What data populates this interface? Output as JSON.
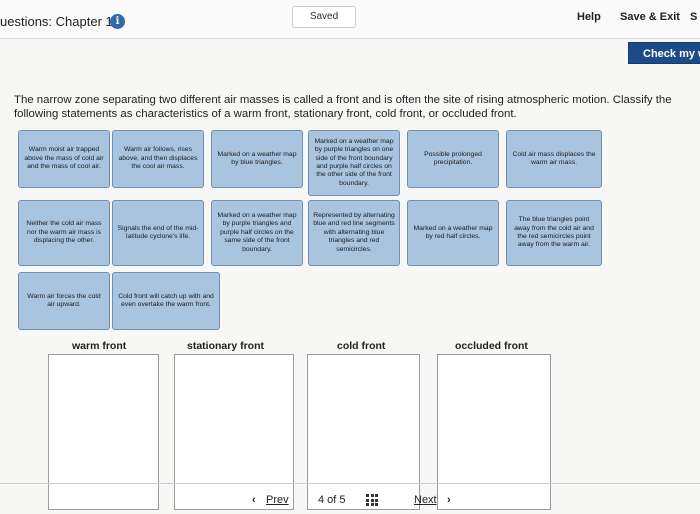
{
  "header": {
    "chapter_title": "uestions: Chapter 16",
    "info_glyph": "i",
    "saved_label": "Saved",
    "help_label": "Help",
    "save_exit_label": "Save & Exit",
    "submit_label": "S",
    "check_label": "Check my w"
  },
  "question": {
    "text": "The narrow zone separating two different air masses is called a front and is often the site of rising atmospheric motion. Classify the following statements as characteristics of a warm front, stationary front, cold front, or occluded front."
  },
  "cards": [
    "Warm moist air trapped above the mass of cold air and the mass of cool air.",
    "Warm air follows, rises above, and then displaces the cool air mass.",
    "Marked on a weather map by blue triangles.",
    "Marked on a weather map by purple triangles on one side of the front boundary and purple half circles on the other side of the front boundary.",
    "Possible prolonged precipitation.",
    "Cold air mass displaces the warm air mass.",
    "Neither the cold air mass nor the warm air mass is displacing the other.",
    "Signals the end of the mid-latitude cyclone's life.",
    "Marked on a weather map by purple triangles and purple half circles on the same side of the front boundary.",
    "Represented by alternating blue and red line segments with alternating blue triangles and red semicircles.",
    "Marked on a weather map by red half circles.",
    "The blue triangles point away from the cold air and the red semicircles point away from the warm air.",
    "Warm air forces the cold air upward.",
    "Cold front will catch up with and even overtake the warm front."
  ],
  "zones": {
    "warm": "warm front",
    "stationary": "stationary front",
    "cold": "cold front",
    "occluded": "occluded front"
  },
  "pager": {
    "prev_glyph": "‹",
    "prev_label": "Prev",
    "position": "4 of 5",
    "next_label": "Next",
    "next_glyph": "›"
  },
  "icons": {
    "info": "info-icon",
    "grid": "grid-icon",
    "prev": "chevron-left-icon",
    "next": "chevron-right-icon"
  },
  "colors": {
    "card": "#a9c4df",
    "button": "#1d4b87",
    "info": "#2e6ba8"
  }
}
